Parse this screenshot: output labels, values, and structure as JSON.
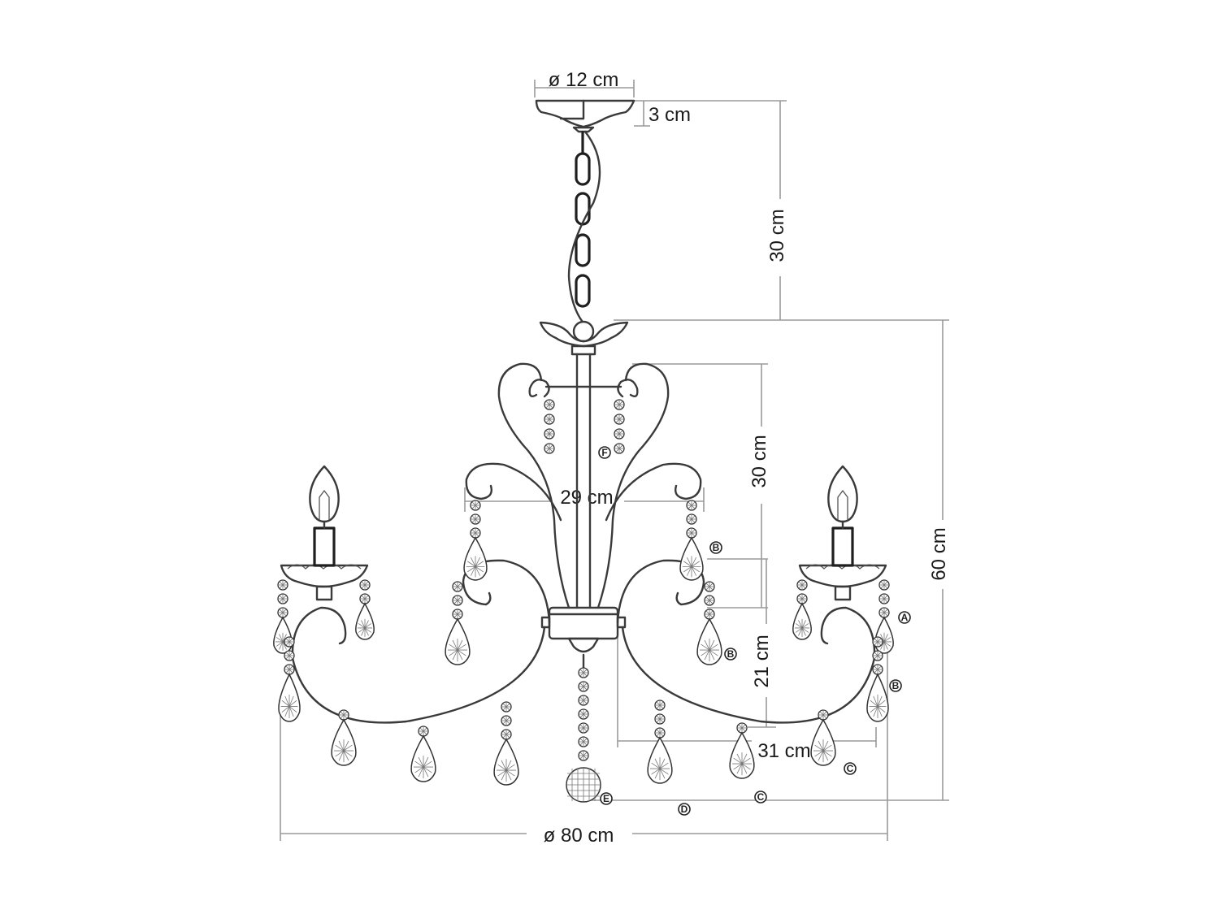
{
  "dimensions": {
    "canopy_diameter": "ø 12 cm",
    "canopy_height": "3 cm",
    "chain_length": "30 cm",
    "total_height": "60 cm",
    "upper_height": "30 cm",
    "upper_width": "29 cm",
    "arm_height": "21 cm",
    "arm_width": "31 cm",
    "overall_diameter": "ø 80 cm"
  },
  "part_labels": {
    "A": "A",
    "B": "B",
    "C": "C",
    "D": "D",
    "E": "E",
    "F": "F"
  }
}
